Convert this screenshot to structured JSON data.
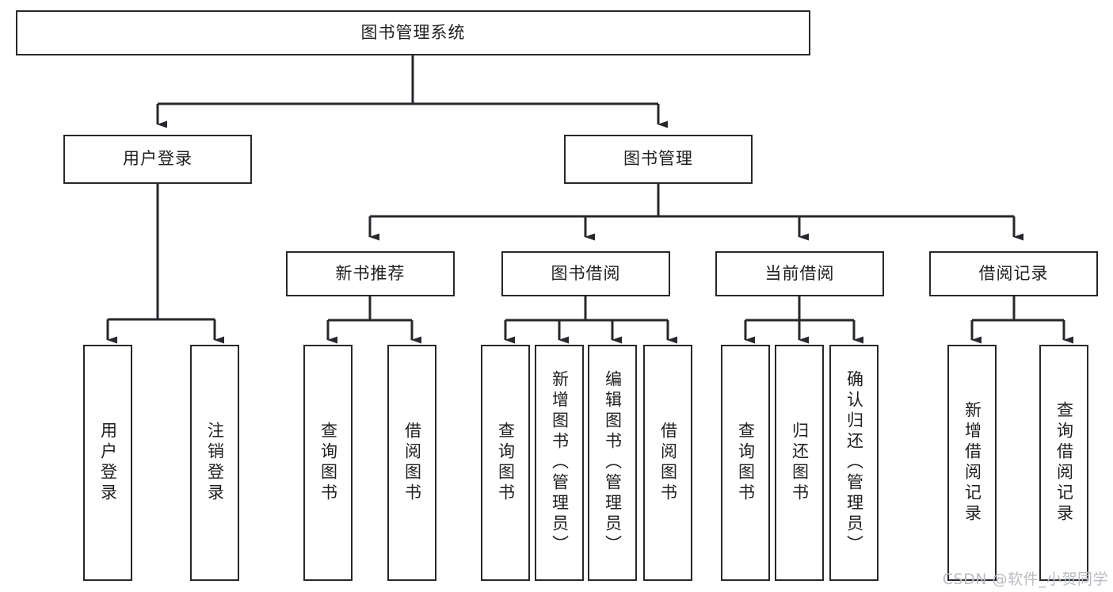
{
  "diagram": {
    "title": "图书管理系统",
    "type": "tree-hierarchy-chart",
    "root": {
      "id": "root",
      "label": "图书管理系统"
    },
    "level1": [
      {
        "id": "user-login",
        "label": "用户登录"
      },
      {
        "id": "book-manage",
        "label": "图书管理"
      }
    ],
    "level2": [
      {
        "id": "new-book-rec",
        "label": "新书推荐",
        "parent": "book-manage"
      },
      {
        "id": "book-borrow",
        "label": "图书借阅",
        "parent": "book-manage"
      },
      {
        "id": "current-borrow",
        "label": "当前借阅",
        "parent": "book-manage"
      },
      {
        "id": "borrow-record",
        "label": "借阅记录",
        "parent": "book-manage"
      }
    ],
    "leaves": [
      {
        "id": "leaf-user-login",
        "label": "用户登录",
        "parent": "user-login"
      },
      {
        "id": "leaf-user-logout",
        "label": "注销登录",
        "parent": "user-login"
      },
      {
        "id": "leaf-query-book-1",
        "label": "查询图书",
        "parent": "new-book-rec"
      },
      {
        "id": "leaf-borrow-book-1",
        "label": "借阅图书",
        "parent": "new-book-rec"
      },
      {
        "id": "leaf-query-book-2",
        "label": "查询图书",
        "parent": "book-borrow"
      },
      {
        "id": "leaf-add-book",
        "label": "新增图书（管理员）",
        "parent": "book-borrow"
      },
      {
        "id": "leaf-edit-book",
        "label": "编辑图书（管理员）",
        "parent": "book-borrow"
      },
      {
        "id": "leaf-borrow-book-2",
        "label": "借阅图书",
        "parent": "book-borrow"
      },
      {
        "id": "leaf-query-book-3",
        "label": "查询图书",
        "parent": "current-borrow"
      },
      {
        "id": "leaf-return-book",
        "label": "归还图书",
        "parent": "current-borrow"
      },
      {
        "id": "leaf-confirm-return",
        "label": "确认归还（管理员）",
        "parent": "current-borrow"
      },
      {
        "id": "leaf-add-record",
        "label": "新增借阅记录",
        "parent": "borrow-record"
      },
      {
        "id": "leaf-query-record",
        "label": "查询借阅记录",
        "parent": "borrow-record"
      }
    ],
    "colors": {
      "stroke": "#26282b",
      "background": "#ffffff",
      "text": "#1d1f21",
      "watermark": "#b9bcc0"
    }
  },
  "watermark": {
    "text": "CSDN @软件_小贺同学"
  }
}
